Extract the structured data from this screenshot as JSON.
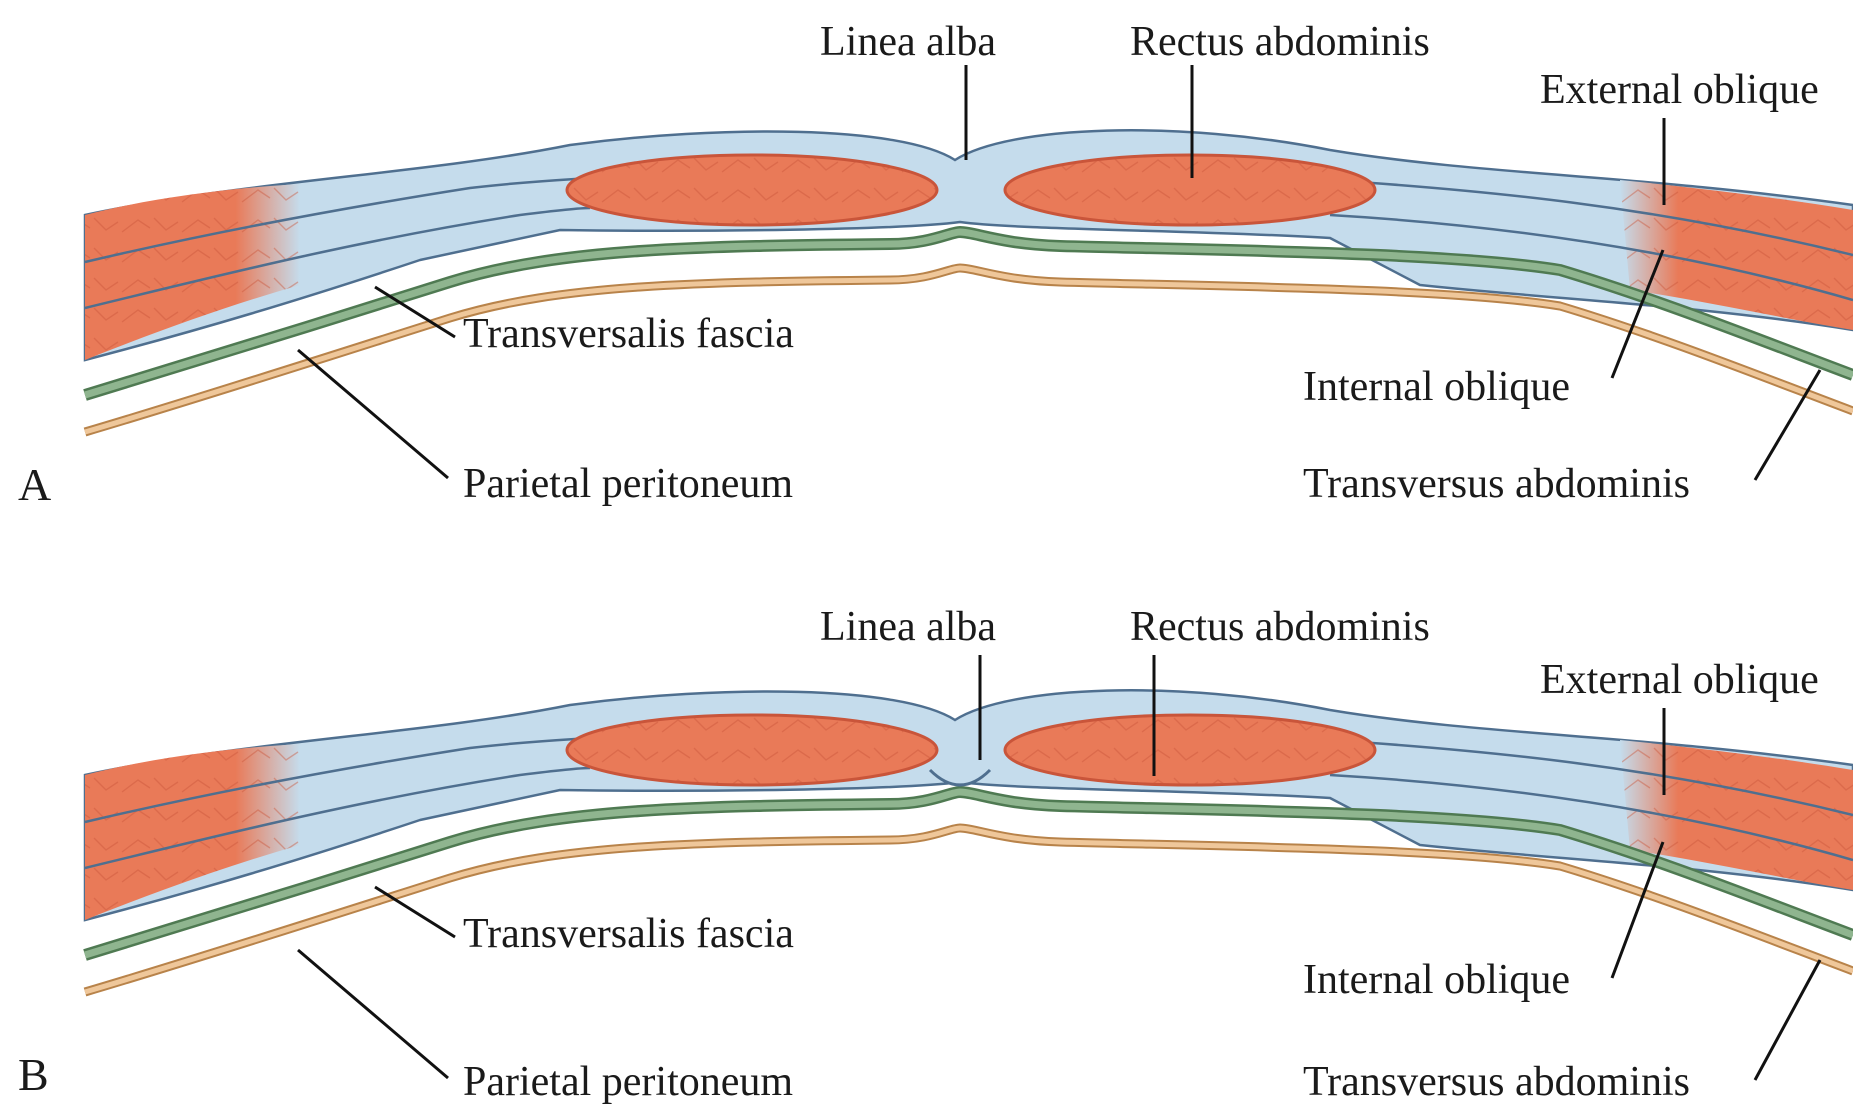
{
  "colors": {
    "muscle": "#e97a58",
    "muscle_edge": "#c9553a",
    "fascia": "#c5dcec",
    "fascia_edge": "#4f6f8f",
    "transversalis": "#7aa07a",
    "peritoneum": "#e3a86f",
    "leader_line": "#111111"
  },
  "panels": [
    {
      "letter": "A",
      "labels": {
        "linea_alba": "Linea alba",
        "rectus_abdominis": "Rectus abdominis",
        "external_oblique": "External oblique",
        "internal_oblique": "Internal oblique",
        "transversus_abdominis": "Transversus abdominis",
        "transversalis_fascia": "Transversalis fascia",
        "parietal_peritoneum": "Parietal peritoneum"
      }
    },
    {
      "letter": "B",
      "labels": {
        "linea_alba": "Linea alba",
        "rectus_abdominis": "Rectus abdominis",
        "external_oblique": "External oblique",
        "internal_oblique": "Internal oblique",
        "transversus_abdominis": "Transversus abdominis",
        "transversalis_fascia": "Transversalis fascia",
        "parietal_peritoneum": "Parietal peritoneum"
      }
    }
  ]
}
